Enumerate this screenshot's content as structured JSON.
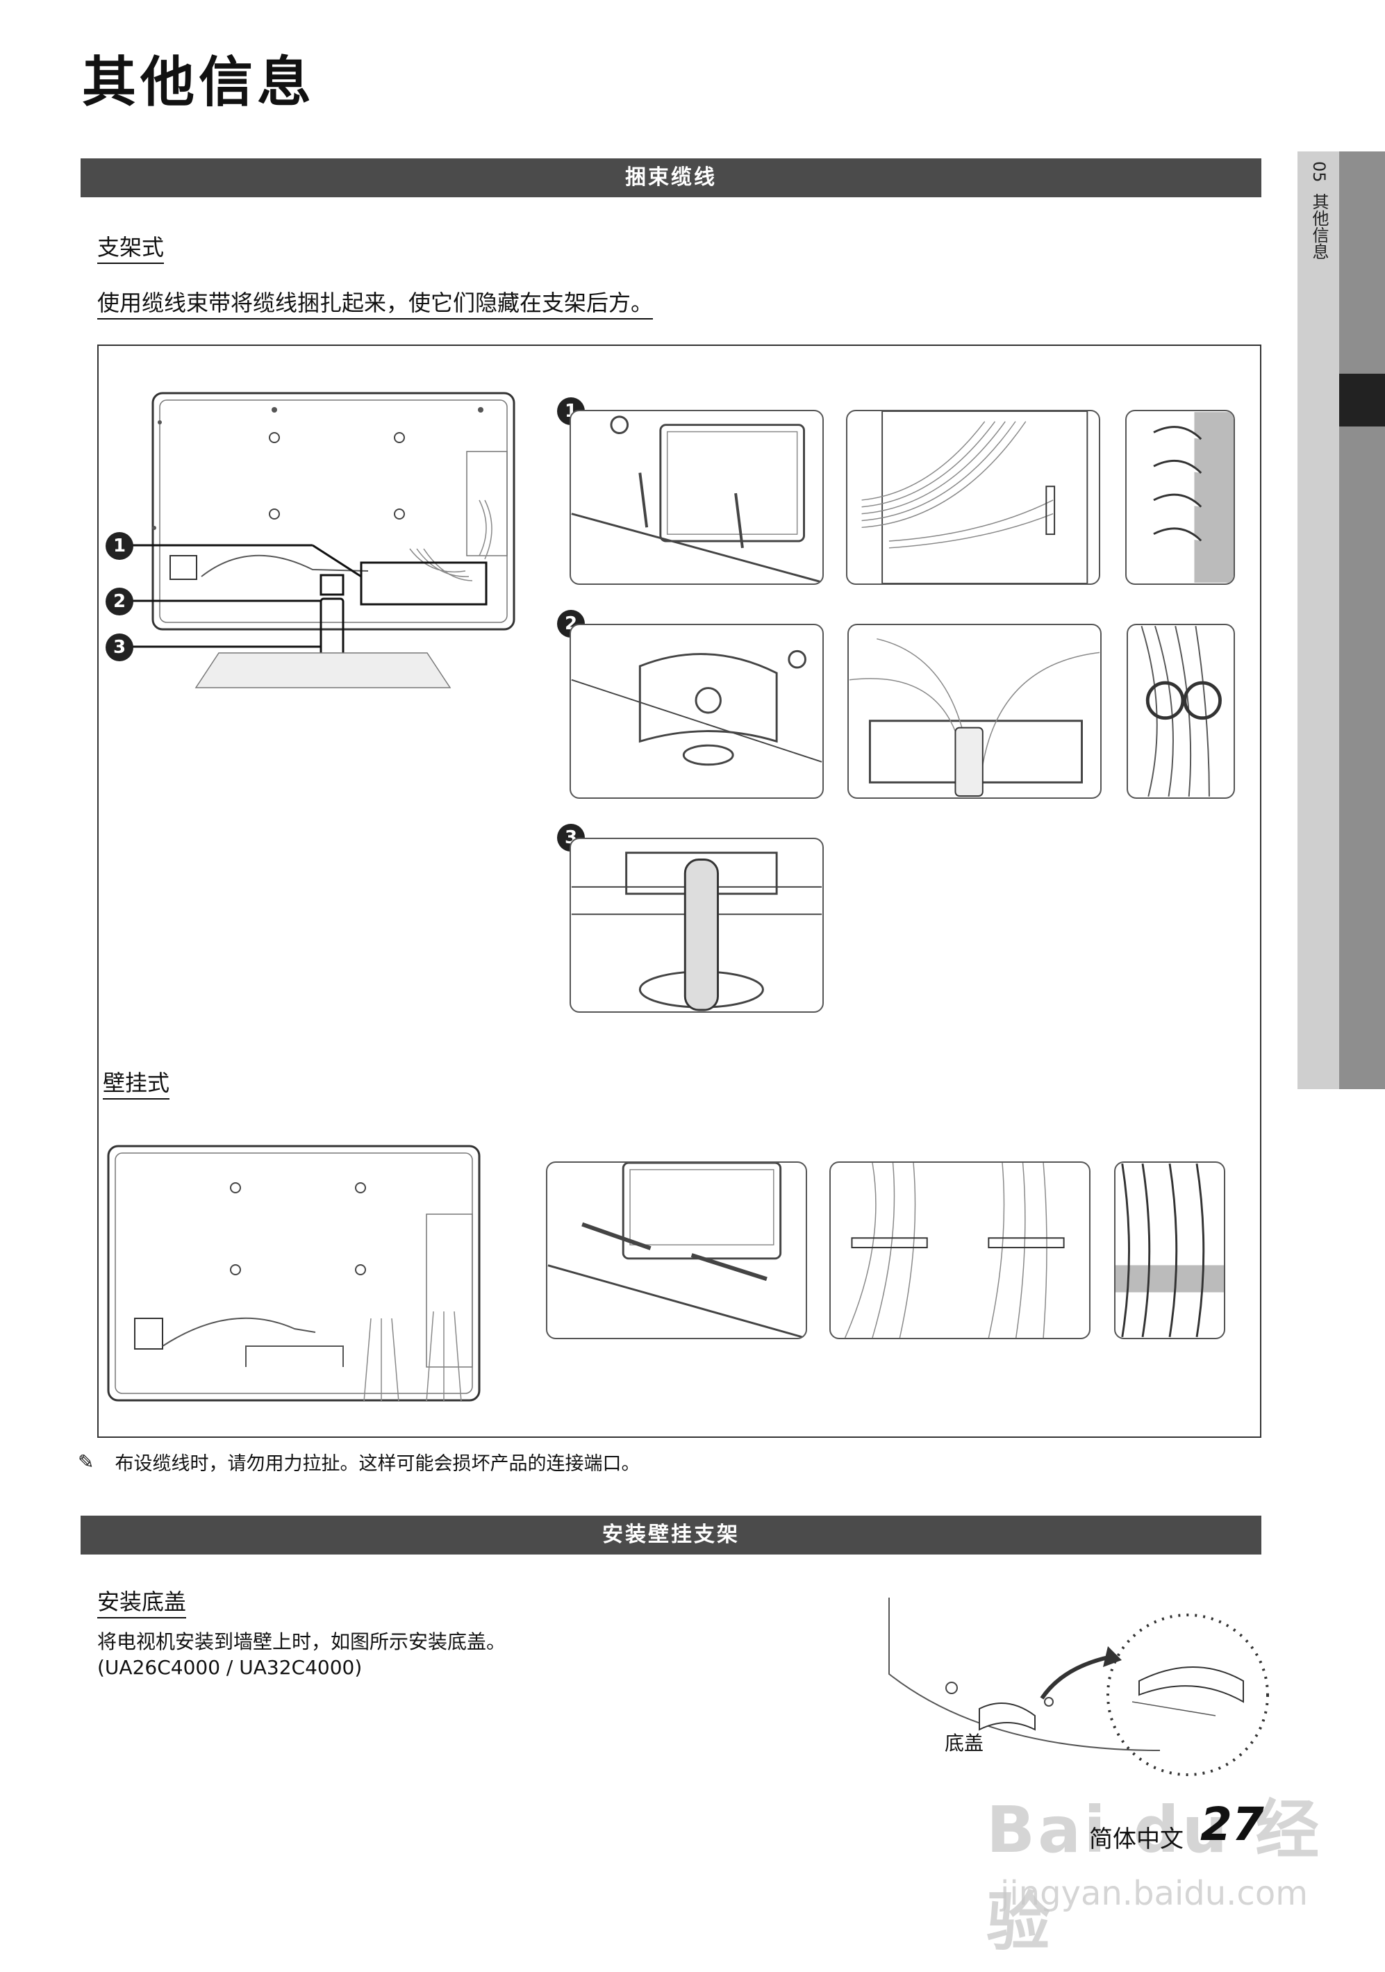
{
  "page": {
    "title": "其他信息",
    "side_tab": {
      "number": "05",
      "label": "其他信息"
    }
  },
  "sections": {
    "cable": {
      "title": "捆束缆线",
      "stand": {
        "heading": "支架式",
        "description": "使用缆线束带将缆线捆扎起来，使它们隐藏在支架后方。"
      },
      "wall": {
        "heading": "壁挂式"
      },
      "steps": [
        "1",
        "2",
        "3"
      ],
      "note": "布设缆线时，请勿用力拉扯。这样可能会损坏产品的连接端口。"
    },
    "wallmount": {
      "title": "安装壁挂支架",
      "base_cover": {
        "heading": "安装底盖",
        "description": "将电视机安装到墙壁上时，如图所示安装底盖。",
        "models": "(UA26C4000 / UA32C4000)",
        "label": "底盖"
      }
    }
  },
  "footer": {
    "language": "简体中文",
    "page_number": "27"
  },
  "watermark": {
    "text": "Bai du 经验",
    "url": "jingyan.baidu.com"
  },
  "icons": {
    "note": "pencil-icon"
  },
  "colors": {
    "section_bar": "#4b4b4b",
    "side_tab_light": "#cfcfcf",
    "side_tab_dark": "#8e8e8e"
  }
}
